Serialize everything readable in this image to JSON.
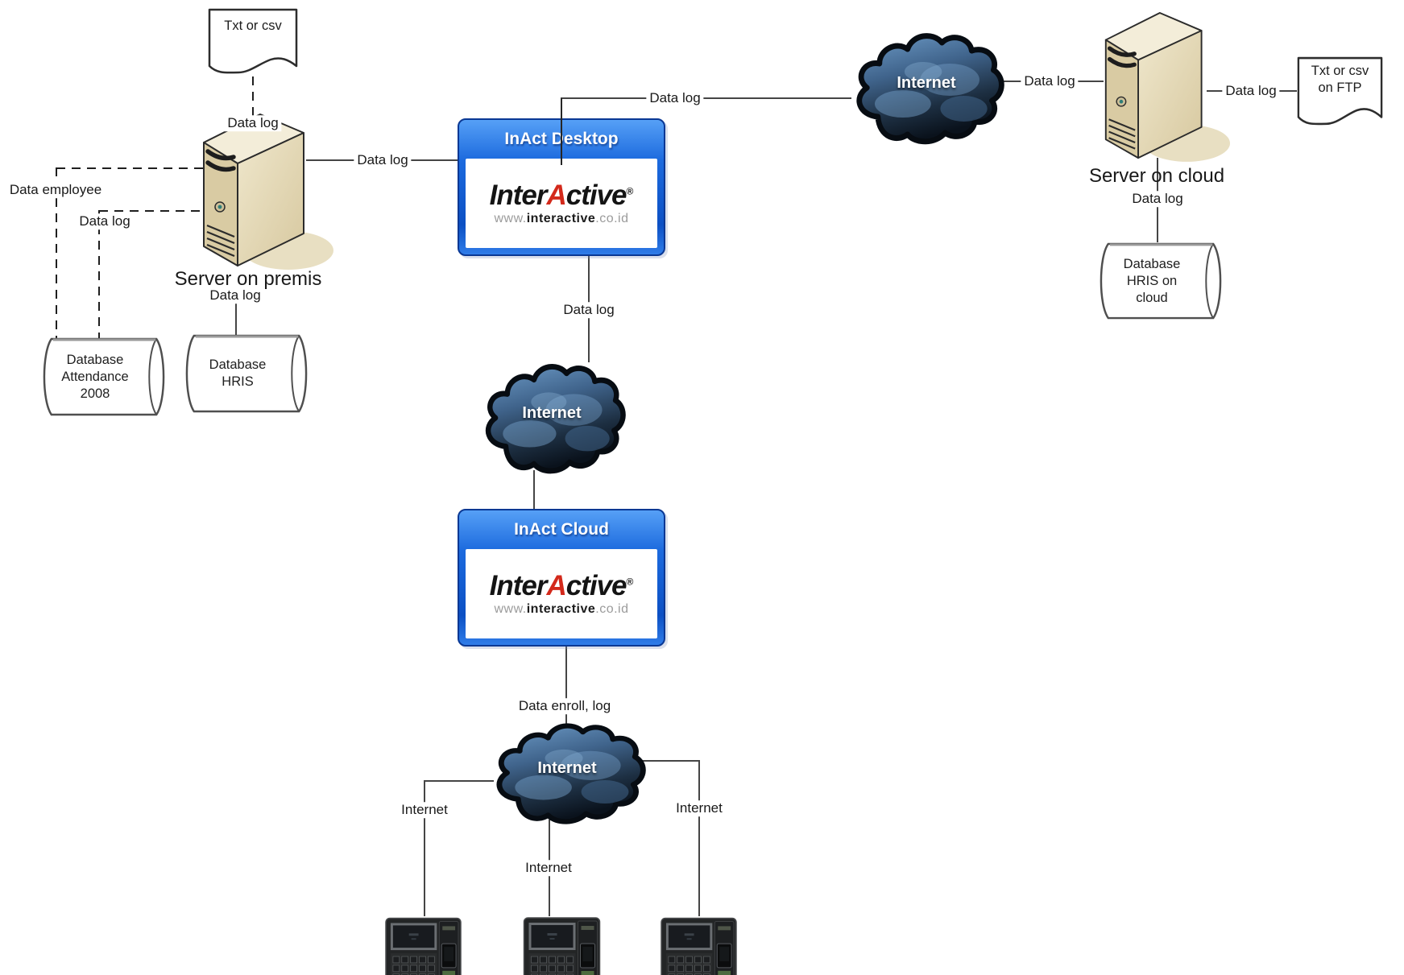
{
  "labels": {
    "data_log": "Data log",
    "data_employee": "Data employee",
    "data_enroll_log": "Data enroll, log",
    "internet": "Internet",
    "server_on_premis": "Server on premis",
    "server_on_cloud": "Server on cloud"
  },
  "nodes": {
    "txt_doc": "Txt or csv",
    "ftp_doc_line1": "Txt or csv",
    "ftp_doc_line2": "on FTP",
    "db_attendance_line1": "Database",
    "db_attendance_line2": "Attendance",
    "db_attendance_line3": "2008",
    "db_hris_line1": "Database",
    "db_hris_line2": "HRIS",
    "db_hris_cloud_line1": "Database",
    "db_hris_cloud_line2": "HRIS on",
    "db_hris_cloud_line3": "cloud",
    "inact_desktop_title": "InAct Desktop",
    "inact_cloud_title": "InAct Cloud"
  },
  "logo": {
    "inter": "Inter",
    "a": "A",
    "ctive": "ctive",
    "reg": "®",
    "www": "www.",
    "name": "interactive",
    "tld": ".co.id"
  },
  "colors": {
    "accent_blue": "#1461d2",
    "cloud_dark": "#101a26",
    "logo_red": "#d3291b",
    "server_beige": "#d9cba3",
    "line": "#454545"
  }
}
